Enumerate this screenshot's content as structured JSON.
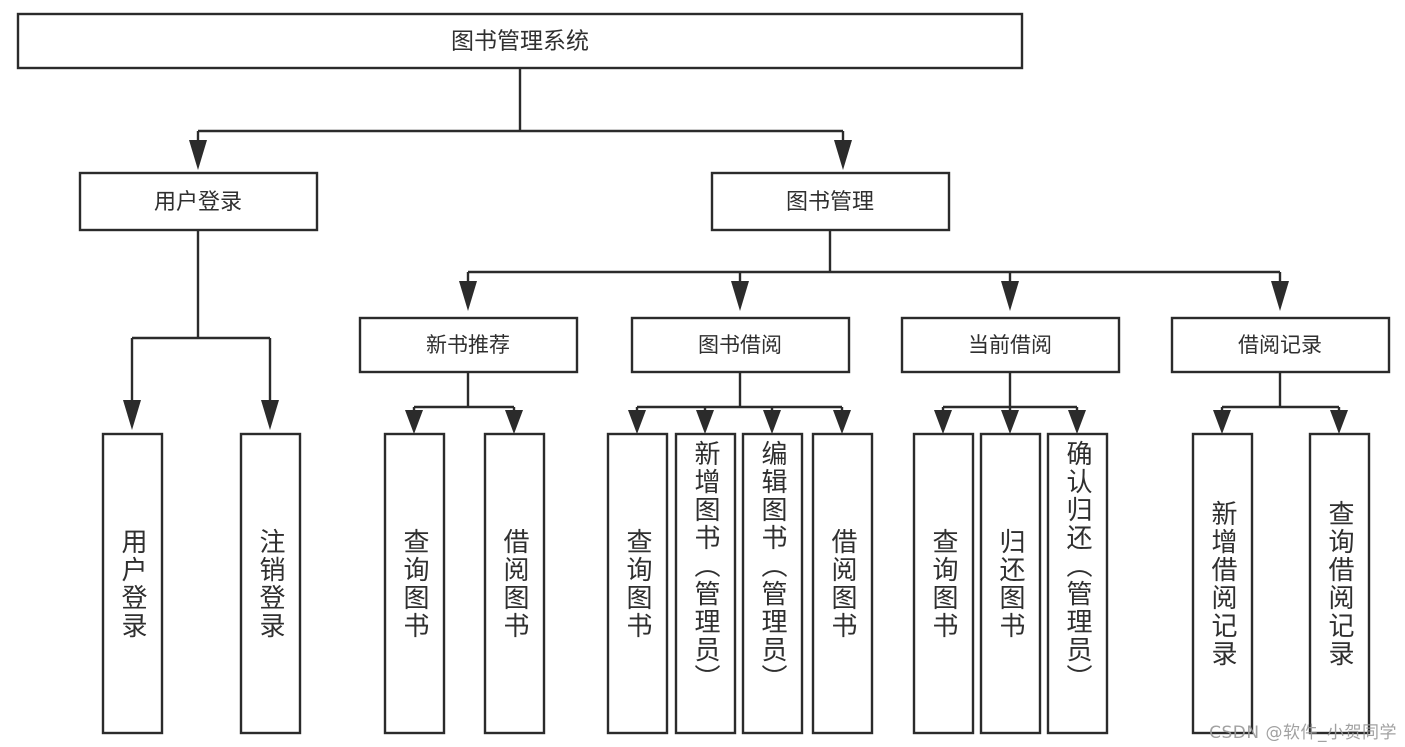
{
  "diagram": {
    "type": "tree",
    "title_text": "图书管理系统",
    "watermark": "CSDN @软件_小贺同学",
    "colors": {
      "box_fill": "#ffffff",
      "box_stroke": "#2b2b2b",
      "text": "#2f2f2f",
      "background": "#ffffff",
      "watermark": "#9a9a9a"
    },
    "root": {
      "id": "root",
      "label": "图书管理系统",
      "orientation": "horizontal"
    },
    "level1": [
      {
        "id": "user-login",
        "label": "用户登录",
        "orientation": "horizontal"
      },
      {
        "id": "book-management",
        "label": "图书管理",
        "orientation": "horizontal"
      }
    ],
    "level2": [
      {
        "id": "new-book-recommend",
        "label": "新书推荐",
        "orientation": "horizontal",
        "parent": "book-management"
      },
      {
        "id": "book-borrow",
        "label": "图书借阅",
        "orientation": "horizontal",
        "parent": "book-management"
      },
      {
        "id": "current-borrow",
        "label": "当前借阅",
        "orientation": "horizontal",
        "parent": "book-management"
      },
      {
        "id": "borrow-record",
        "label": "借阅记录",
        "orientation": "horizontal",
        "parent": "book-management"
      }
    ],
    "leaves": [
      {
        "id": "leaf-user-login",
        "label": "用户登录",
        "orientation": "vertical",
        "parent": "user-login"
      },
      {
        "id": "leaf-user-logout",
        "label": "注销登录",
        "orientation": "vertical",
        "parent": "user-login"
      },
      {
        "id": "leaf-query-book-1",
        "label": "查询图书",
        "orientation": "vertical",
        "parent": "new-book-recommend"
      },
      {
        "id": "leaf-borrow-book-1",
        "label": "借阅图书",
        "orientation": "vertical",
        "parent": "new-book-recommend"
      },
      {
        "id": "leaf-query-book-2",
        "label": "查询图书",
        "orientation": "vertical",
        "parent": "book-borrow"
      },
      {
        "id": "leaf-add-book",
        "label": "新增图书（管理员）",
        "orientation": "vertical",
        "parent": "book-borrow"
      },
      {
        "id": "leaf-edit-book",
        "label": "编辑图书（管理员）",
        "orientation": "vertical",
        "parent": "book-borrow"
      },
      {
        "id": "leaf-borrow-book-2",
        "label": "借阅图书",
        "orientation": "vertical",
        "parent": "book-borrow"
      },
      {
        "id": "leaf-query-book-3",
        "label": "查询图书",
        "orientation": "vertical",
        "parent": "current-borrow"
      },
      {
        "id": "leaf-return-book",
        "label": "归还图书",
        "orientation": "vertical",
        "parent": "current-borrow"
      },
      {
        "id": "leaf-confirm-return",
        "label": "确认归还（管理员）",
        "orientation": "vertical",
        "parent": "current-borrow"
      },
      {
        "id": "leaf-add-record",
        "label": "新增借阅记录",
        "orientation": "vertical",
        "parent": "borrow-record"
      },
      {
        "id": "leaf-query-record",
        "label": "查询借阅记录",
        "orientation": "vertical",
        "parent": "borrow-record"
      }
    ]
  }
}
